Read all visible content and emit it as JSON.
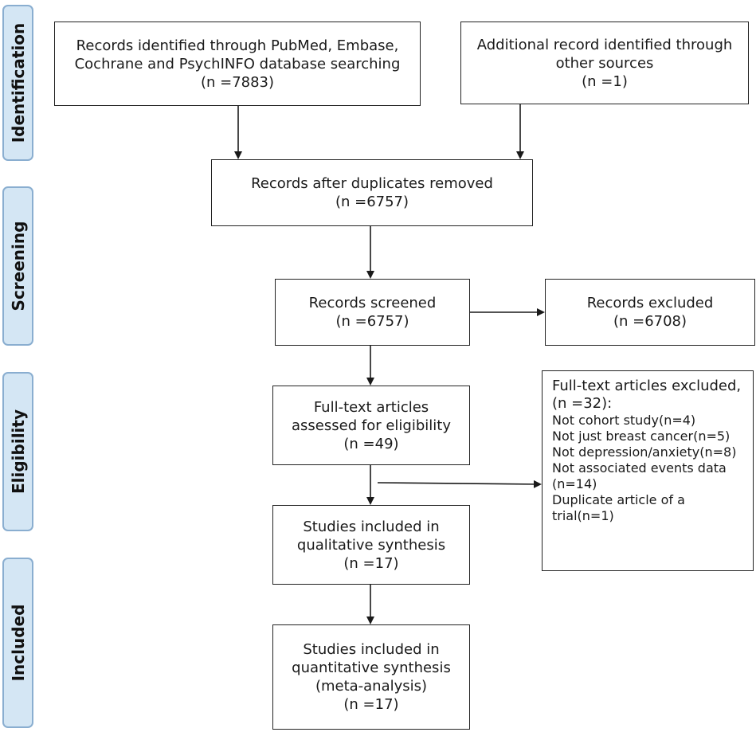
{
  "phases": {
    "identification": "Identification",
    "screening": "Screening",
    "eligibility": "Eligibility",
    "included": "Included"
  },
  "boxes": {
    "records_identified": {
      "lines": [
        "Records identified through PubMed, Embase,",
        "Cochrane and PsychINFO database searching",
        "(n =7883)"
      ]
    },
    "additional_records": {
      "lines": [
        "Additional record identified through",
        "other sources",
        "(n =1)"
      ]
    },
    "duplicates_removed": {
      "lines": [
        "Records after duplicates removed",
        "(n =6757)"
      ]
    },
    "records_screened": {
      "lines": [
        "Records screened",
        "(n =6757)"
      ]
    },
    "records_excluded": {
      "lines": [
        "Records excluded",
        "(n =6708)"
      ]
    },
    "fulltext_assessed": {
      "lines": [
        "Full-text articles",
        "assessed for eligibility",
        "(n =49)"
      ]
    },
    "fulltext_excluded": {
      "lines": [
        "Full-text articles excluded,",
        "(n =32):",
        "Not cohort study(n=4)",
        "Not just breast cancer(n=5)",
        "Not depression/anxiety(n=8)",
        "Not associated events data",
        "(n=14)",
        "Duplicate article of a",
        "trial(n=1)"
      ]
    },
    "qualitative": {
      "lines": [
        "Studies included in",
        "qualitative synthesis",
        "(n =17)"
      ]
    },
    "quantitative": {
      "lines": [
        "Studies included in",
        "quantitative synthesis",
        "(meta-analysis)",
        "(n =17)"
      ]
    }
  }
}
